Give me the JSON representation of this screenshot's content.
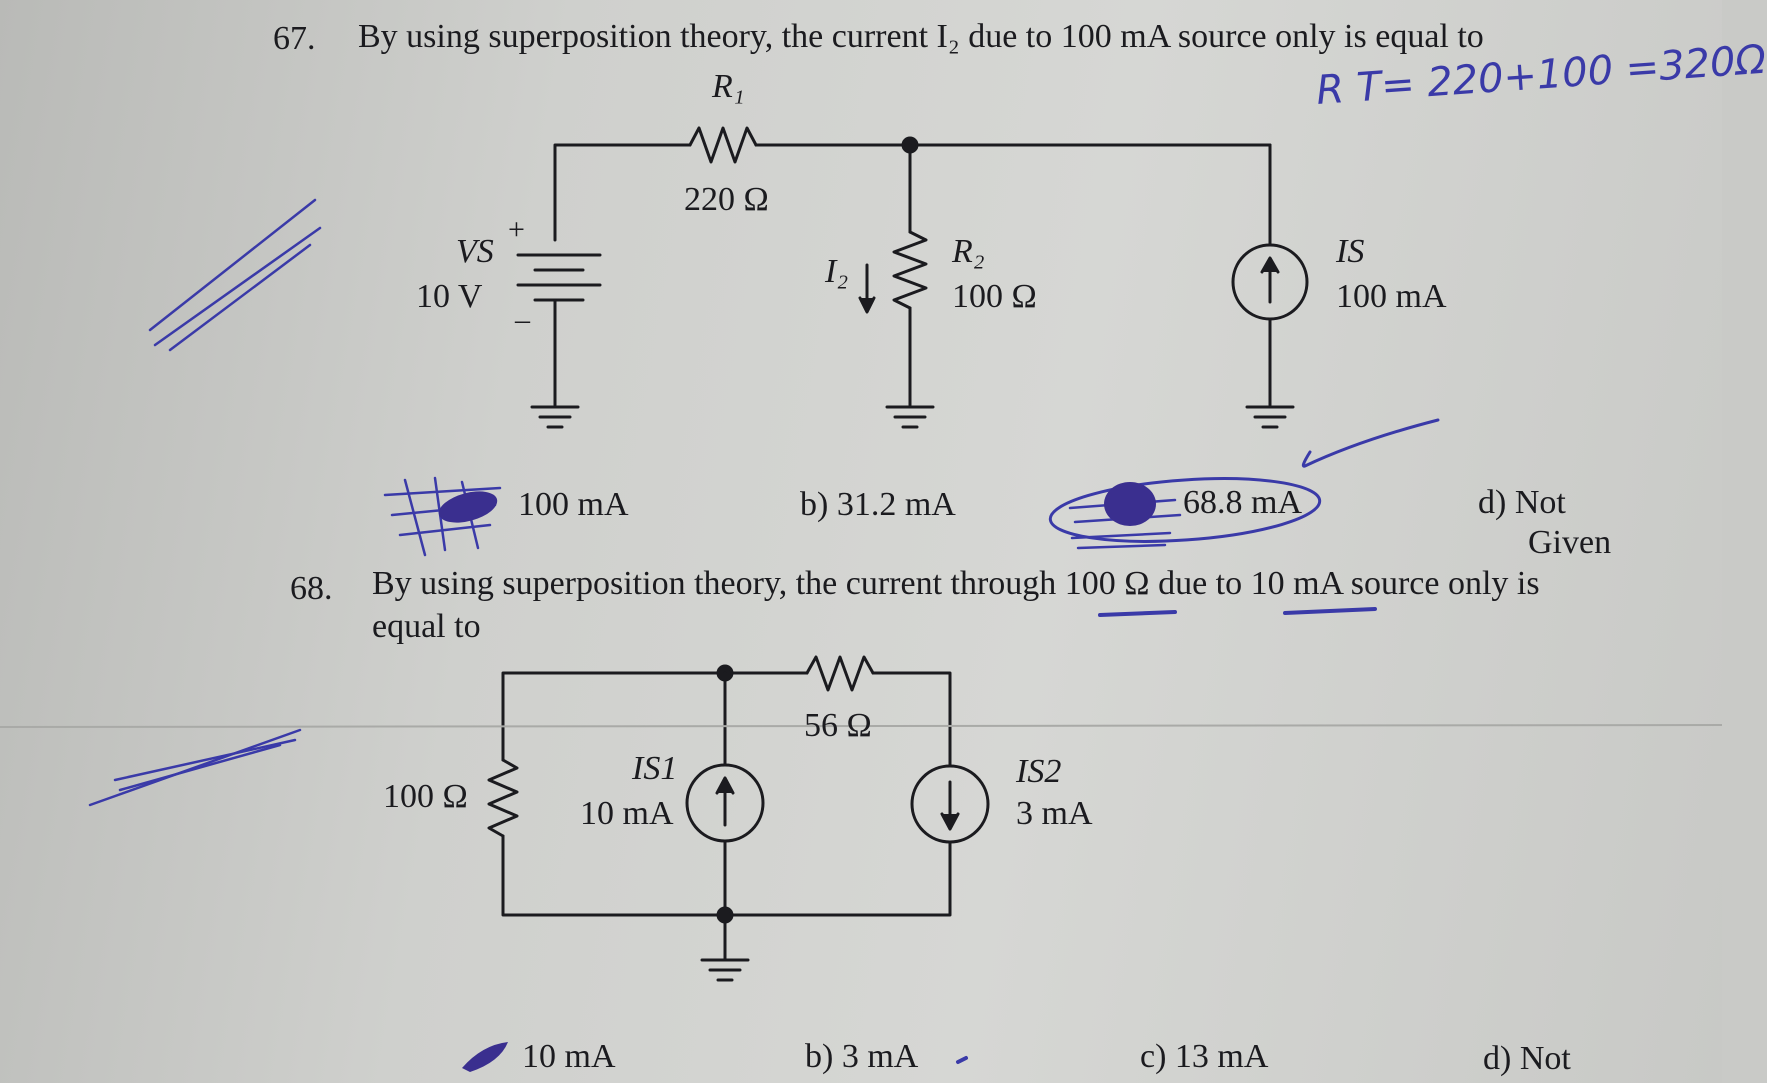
{
  "colors": {
    "paper": "#cfd0cd",
    "ink": "#1b1b1f",
    "pen": "#3a3aa8",
    "marker": "#3a2f8f"
  },
  "q67": {
    "number": "67.",
    "question": "By using superposition theory, the current I₂ due to 100 mA source only is equal to",
    "circuit": {
      "r1_symbol": "R₁",
      "r1_value": "220 Ω",
      "vs_symbol": "VS",
      "vs_value": "10 V",
      "plus": "+",
      "minus": "–",
      "i2_label": "I₂",
      "r2_symbol": "R₂",
      "r2_value": "100 Ω",
      "is_symbol": "IS",
      "is_value": "100 mA"
    },
    "handwritten_note": "R T= 220+100 =320Ω",
    "options": [
      {
        "letter": "",
        "text": "100 mA"
      },
      {
        "letter": "b)",
        "text": "31.2 mA"
      },
      {
        "letter": "",
        "text": "68.8 mA"
      },
      {
        "letter": "d)",
        "text": "Not",
        "text2": "Given"
      }
    ]
  },
  "q68": {
    "number": "68.",
    "question_line1": "By using superposition theory, the current through 100 Ω due to 10 mA source only is",
    "question_line2": "equal to",
    "circuit": {
      "r_left_value": "100 Ω",
      "r_top_value": "56 Ω",
      "is1_symbol": "IS1",
      "is1_value": "10 mA",
      "is2_symbol": "IS2",
      "is2_value": "3 mA"
    },
    "options": [
      {
        "letter": "",
        "text": "10 mA"
      },
      {
        "letter": "b)",
        "text": "3 mA"
      },
      {
        "letter": "c)",
        "text": "13 mA"
      },
      {
        "letter": "d)",
        "text": "Not"
      }
    ]
  }
}
